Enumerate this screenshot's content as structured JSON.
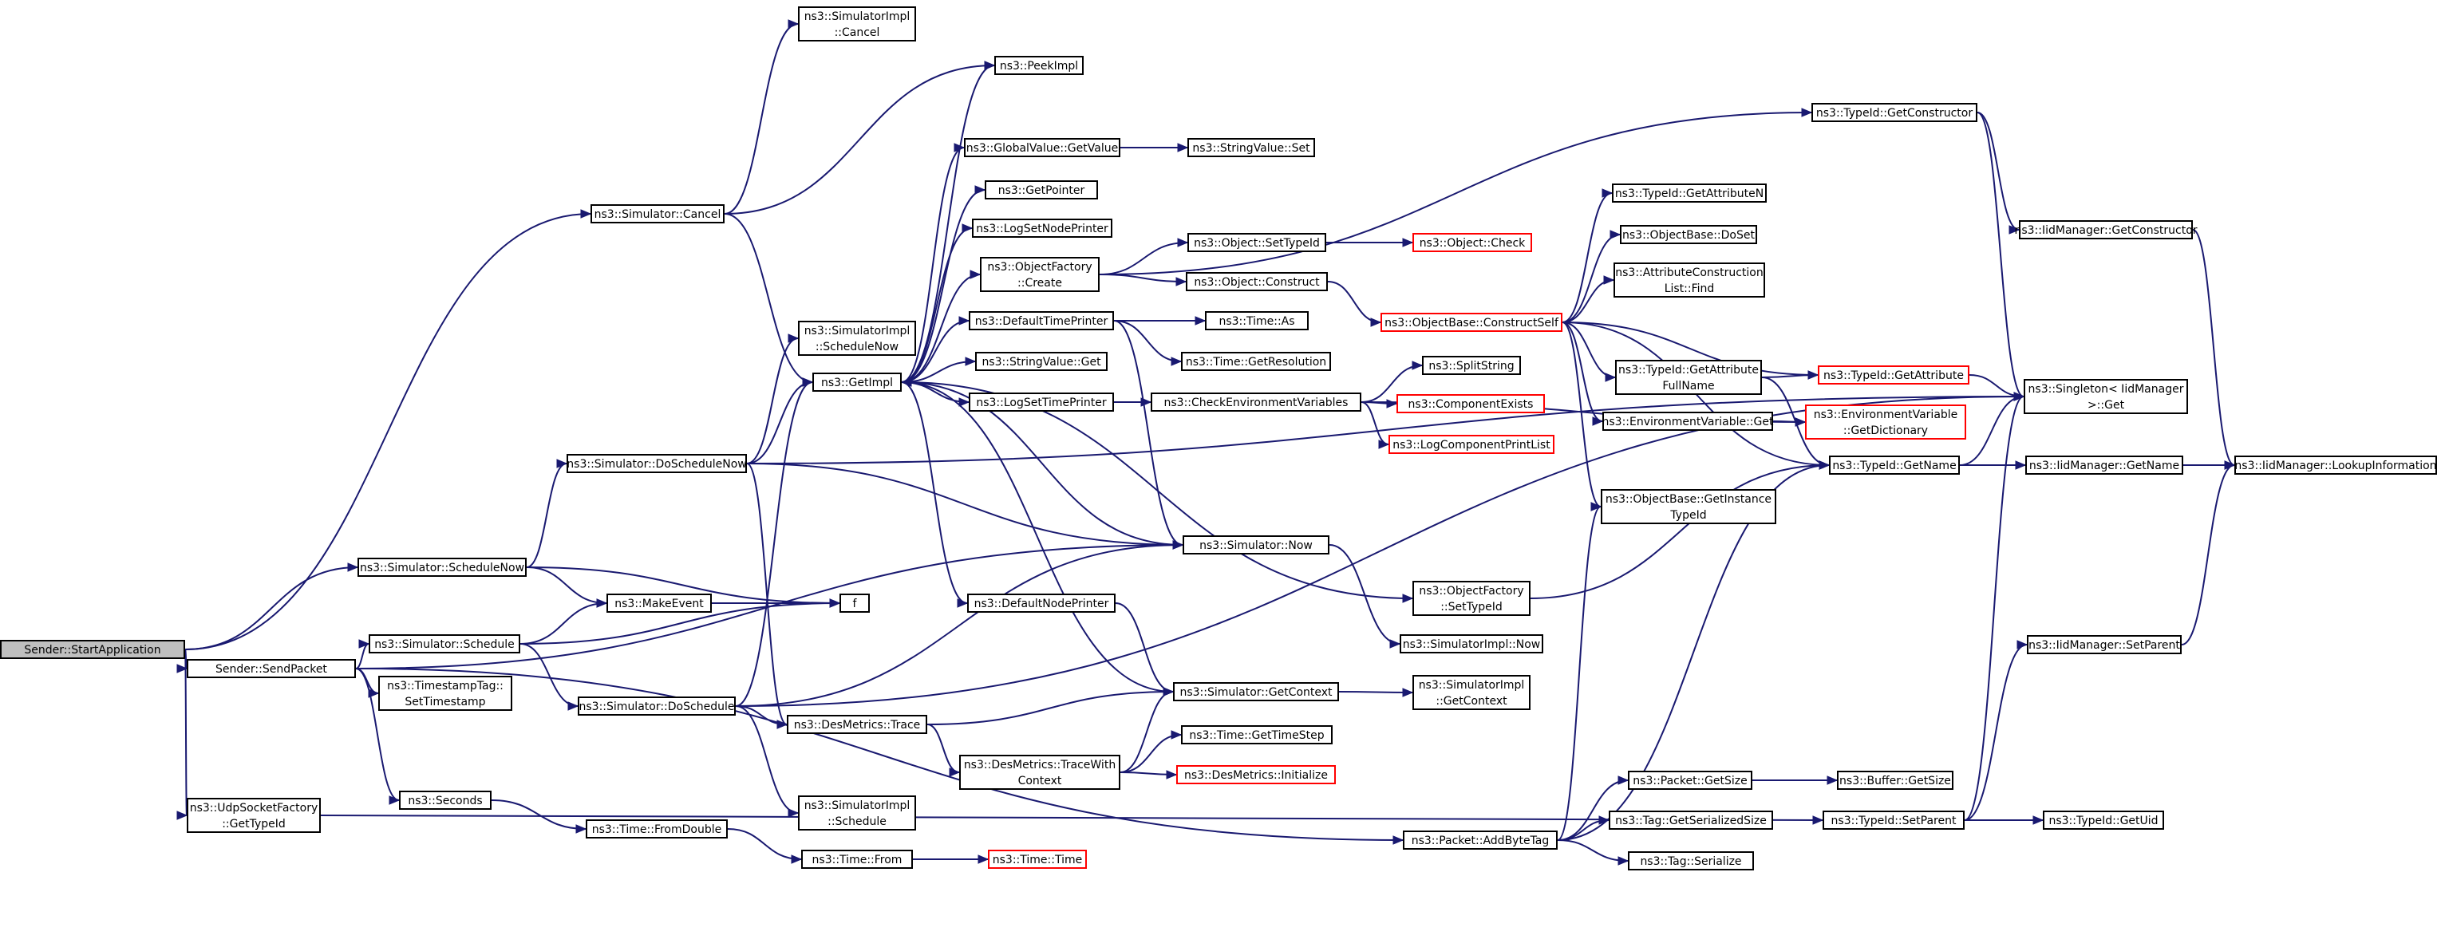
{
  "nodes": [
    {
      "id": "n_start",
      "lines": [
        "Sender::StartApplication"
      ],
      "root": true
    },
    {
      "id": "n_sendpacket",
      "lines": [
        "Sender::SendPacket"
      ]
    },
    {
      "id": "n_udpfactory",
      "lines": [
        "ns3::UdpSocketFactory",
        "::GetTypeId"
      ]
    },
    {
      "id": "n_simcancel",
      "lines": [
        "ns3::Simulator::Cancel"
      ]
    },
    {
      "id": "n_schednow",
      "lines": [
        "ns3::Simulator::ScheduleNow"
      ]
    },
    {
      "id": "n_sched",
      "lines": [
        "ns3::Simulator::Schedule"
      ]
    },
    {
      "id": "n_tstag",
      "lines": [
        "ns3::TimestampTag::",
        "SetTimestamp"
      ]
    },
    {
      "id": "n_seconds",
      "lines": [
        "ns3::Seconds"
      ]
    },
    {
      "id": "n_simimplcancel",
      "lines": [
        "ns3::SimulatorImpl",
        "::Cancel"
      ]
    },
    {
      "id": "n_peekimpl",
      "lines": [
        "ns3::PeekImpl"
      ]
    },
    {
      "id": "n_simimplschednow",
      "lines": [
        "ns3::SimulatorImpl",
        "::ScheduleNow"
      ]
    },
    {
      "id": "n_getimpl",
      "lines": [
        "ns3::GetImpl"
      ]
    },
    {
      "id": "n_doschednow",
      "lines": [
        "ns3::Simulator::DoScheduleNow"
      ]
    },
    {
      "id": "n_makeevent",
      "lines": [
        "ns3::MakeEvent"
      ]
    },
    {
      "id": "n_f",
      "lines": [
        "f"
      ]
    },
    {
      "id": "n_dosched",
      "lines": [
        "ns3::Simulator::DoSchedule"
      ]
    },
    {
      "id": "n_simimplsched",
      "lines": [
        "ns3::SimulatorImpl",
        "::Schedule"
      ]
    },
    {
      "id": "n_fromdouble",
      "lines": [
        "ns3::Time::FromDouble"
      ]
    },
    {
      "id": "n_timefrom",
      "lines": [
        "ns3::Time::From"
      ]
    },
    {
      "id": "n_timetime",
      "lines": [
        "ns3::Time::Time"
      ],
      "red": true
    },
    {
      "id": "n_gvgetvalue",
      "lines": [
        "ns3::GlobalValue::GetValue"
      ]
    },
    {
      "id": "n_getpointer",
      "lines": [
        "ns3::GetPointer"
      ]
    },
    {
      "id": "n_logsetnode",
      "lines": [
        "ns3::LogSetNodePrinter"
      ]
    },
    {
      "id": "n_objfactcreate",
      "lines": [
        "ns3::ObjectFactory",
        "::Create"
      ]
    },
    {
      "id": "n_defaulttime",
      "lines": [
        "ns3::DefaultTimePrinter"
      ]
    },
    {
      "id": "n_strvalget",
      "lines": [
        "ns3::StringValue::Get"
      ]
    },
    {
      "id": "n_logsettime",
      "lines": [
        "ns3::LogSetTimePrinter"
      ]
    },
    {
      "id": "n_defaultnode",
      "lines": [
        "ns3::DefaultNodePrinter"
      ]
    },
    {
      "id": "n_desmtrace",
      "lines": [
        "ns3::DesMetrics::Trace"
      ]
    },
    {
      "id": "n_desmtracewith",
      "lines": [
        "ns3::DesMetrics::TraceWith",
        "Context"
      ]
    },
    {
      "id": "n_strvalset",
      "lines": [
        "ns3::StringValue::Set"
      ]
    },
    {
      "id": "n_objsettypeid",
      "lines": [
        "ns3::Object::SetTypeId"
      ]
    },
    {
      "id": "n_objconstruct",
      "lines": [
        "ns3::Object::Construct"
      ]
    },
    {
      "id": "n_timeas",
      "lines": [
        "ns3::Time::As"
      ]
    },
    {
      "id": "n_timegetres",
      "lines": [
        "ns3::Time::GetResolution"
      ]
    },
    {
      "id": "n_checkenv",
      "lines": [
        "ns3::CheckEnvironmentVariables"
      ]
    },
    {
      "id": "n_simnow",
      "lines": [
        "ns3::Simulator::Now"
      ]
    },
    {
      "id": "n_simgetctx",
      "lines": [
        "ns3::Simulator::GetContext"
      ]
    },
    {
      "id": "n_timegetstep",
      "lines": [
        "ns3::Time::GetTimeStep"
      ]
    },
    {
      "id": "n_desminit",
      "lines": [
        "ns3::DesMetrics::Initialize"
      ],
      "red": true
    },
    {
      "id": "n_objcheck",
      "lines": [
        "ns3::Object::Check"
      ],
      "red": true
    },
    {
      "id": "n_objbaseconstruct",
      "lines": [
        "ns3::ObjectBase::ConstructSelf"
      ],
      "red": true
    },
    {
      "id": "n_splitstring",
      "lines": [
        "ns3::SplitString"
      ]
    },
    {
      "id": "n_compexists",
      "lines": [
        "ns3::ComponentExists"
      ],
      "red": true
    },
    {
      "id": "n_logcompprint",
      "lines": [
        "ns3::LogComponentPrintList"
      ],
      "red": true
    },
    {
      "id": "n_objfactsettypeid",
      "lines": [
        "ns3::ObjectFactory",
        "::SetTypeId"
      ]
    },
    {
      "id": "n_simimplnow",
      "lines": [
        "ns3::SimulatorImpl::Now"
      ]
    },
    {
      "id": "n_simimplgetctx",
      "lines": [
        "ns3::SimulatorImpl",
        "::GetContext"
      ]
    },
    {
      "id": "n_packetgetsize",
      "lines": [
        "ns3::Packet::GetSize"
      ]
    },
    {
      "id": "n_packetaddbytetag",
      "lines": [
        "ns3::Packet::AddByteTag"
      ]
    },
    {
      "id": "n_taggetser",
      "lines": [
        "ns3::Tag::GetSerializedSize"
      ]
    },
    {
      "id": "n_tagser",
      "lines": [
        "ns3::Tag::Serialize"
      ]
    },
    {
      "id": "n_buffergetsize",
      "lines": [
        "ns3::Buffer::GetSize"
      ]
    },
    {
      "id": "n_tidgetattrn",
      "lines": [
        "ns3::TypeId::GetAttributeN"
      ]
    },
    {
      "id": "n_objbasedoset",
      "lines": [
        "ns3::ObjectBase::DoSet"
      ]
    },
    {
      "id": "n_attrconstr",
      "lines": [
        "ns3::AttributeConstruction",
        "List::Find"
      ]
    },
    {
      "id": "n_tidgetattrfull",
      "lines": [
        "ns3::TypeId::GetAttribute",
        "FullName"
      ]
    },
    {
      "id": "n_envget",
      "lines": [
        "ns3::EnvironmentVariable::Get"
      ]
    },
    {
      "id": "n_objbasegetinst",
      "lines": [
        "ns3::ObjectBase::GetInstance",
        "TypeId"
      ]
    },
    {
      "id": "n_tidgetconstr",
      "lines": [
        "ns3::TypeId::GetConstructor"
      ]
    },
    {
      "id": "n_tidgetattr",
      "lines": [
        "ns3::TypeId::GetAttribute"
      ],
      "red": true
    },
    {
      "id": "n_envgetdict",
      "lines": [
        "ns3::EnvironmentVariable",
        "::GetDictionary"
      ],
      "red": true
    },
    {
      "id": "n_tidgetname",
      "lines": [
        "ns3::TypeId::GetName"
      ]
    },
    {
      "id": "n_tidsetparent",
      "lines": [
        "ns3::TypeId::SetParent"
      ]
    },
    {
      "id": "n_iidgetconstr",
      "lines": [
        "ns3::IidManager::GetConstructor"
      ]
    },
    {
      "id": "n_singleton",
      "lines": [
        "ns3::Singleton< IidManager",
        " >::Get"
      ]
    },
    {
      "id": "n_iidgetname",
      "lines": [
        "ns3::IidManager::GetName"
      ]
    },
    {
      "id": "n_iidsetparent",
      "lines": [
        "ns3::IidManager::SetParent"
      ]
    },
    {
      "id": "n_tidgetuid",
      "lines": [
        "ns3::TypeId::GetUid"
      ]
    },
    {
      "id": "n_iidlookup",
      "lines": [
        "ns3::IidManager::LookupInformation"
      ]
    }
  ],
  "edges": [
    [
      "n_start",
      "n_simcancel"
    ],
    [
      "n_start",
      "n_schednow"
    ],
    [
      "n_start",
      "n_sendpacket"
    ],
    [
      "n_start",
      "n_udpfactory"
    ],
    [
      "n_udpfactory",
      "n_tidsetparent"
    ],
    [
      "n_sendpacket",
      "n_simnow"
    ],
    [
      "n_sendpacket",
      "n_sched"
    ],
    [
      "n_sendpacket",
      "n_tstag"
    ],
    [
      "n_sendpacket",
      "n_seconds"
    ],
    [
      "n_sendpacket",
      "n_packetaddbytetag"
    ],
    [
      "n_simcancel",
      "n_simimplcancel"
    ],
    [
      "n_simcancel",
      "n_peekimpl"
    ],
    [
      "n_simcancel",
      "n_getimpl"
    ],
    [
      "n_schednow",
      "n_doschednow"
    ],
    [
      "n_schednow",
      "n_makeevent"
    ],
    [
      "n_schednow",
      "n_f"
    ],
    [
      "n_sched",
      "n_makeevent"
    ],
    [
      "n_sched",
      "n_f"
    ],
    [
      "n_sched",
      "n_dosched"
    ],
    [
      "n_makeevent",
      "n_f"
    ],
    [
      "n_seconds",
      "n_fromdouble"
    ],
    [
      "n_fromdouble",
      "n_timefrom"
    ],
    [
      "n_timefrom",
      "n_timetime"
    ],
    [
      "n_doschednow",
      "n_simimplschednow"
    ],
    [
      "n_doschednow",
      "n_getimpl"
    ],
    [
      "n_doschednow",
      "n_simnow"
    ],
    [
      "n_doschednow",
      "n_desmtrace"
    ],
    [
      "n_doschednow",
      "n_singleton"
    ],
    [
      "n_dosched",
      "n_getimpl"
    ],
    [
      "n_dosched",
      "n_simnow"
    ],
    [
      "n_dosched",
      "n_desmtrace"
    ],
    [
      "n_dosched",
      "n_simimplsched"
    ],
    [
      "n_dosched",
      "n_singleton"
    ],
    [
      "n_getimpl",
      "n_peekimpl"
    ],
    [
      "n_getimpl",
      "n_gvgetvalue"
    ],
    [
      "n_getimpl",
      "n_getpointer"
    ],
    [
      "n_getimpl",
      "n_logsetnode"
    ],
    [
      "n_getimpl",
      "n_objfactcreate"
    ],
    [
      "n_getimpl",
      "n_defaulttime"
    ],
    [
      "n_getimpl",
      "n_strvalget"
    ],
    [
      "n_getimpl",
      "n_logsettime"
    ],
    [
      "n_getimpl",
      "n_defaultnode"
    ],
    [
      "n_getimpl",
      "n_objfactsettypeid"
    ],
    [
      "n_gvgetvalue",
      "n_strvalset"
    ],
    [
      "n_objfactcreate",
      "n_objsettypeid"
    ],
    [
      "n_objfactcreate",
      "n_objconstruct"
    ],
    [
      "n_objfactcreate",
      "n_tidgetconstr"
    ],
    [
      "n_objsettypeid",
      "n_objcheck"
    ],
    [
      "n_objconstruct",
      "n_objbaseconstruct"
    ],
    [
      "n_defaulttime",
      "n_timeas"
    ],
    [
      "n_defaulttime",
      "n_timegetres"
    ],
    [
      "n_defaulttime",
      "n_simnow"
    ],
    [
      "n_logsettime",
      "n_checkenv"
    ],
    [
      "n_checkenv",
      "n_splitstring"
    ],
    [
      "n_checkenv",
      "n_compexists"
    ],
    [
      "n_checkenv",
      "n_logcompprint"
    ],
    [
      "n_checkenv",
      "n_envgetdict"
    ],
    [
      "n_simnow",
      "n_getimpl"
    ],
    [
      "n_simnow",
      "n_simimplnow"
    ],
    [
      "n_defaultnode",
      "n_simgetctx"
    ],
    [
      "n_desmtrace",
      "n_simgetctx"
    ],
    [
      "n_desmtrace",
      "n_desmtracewith"
    ],
    [
      "n_desmtracewith",
      "n_simgetctx"
    ],
    [
      "n_desmtracewith",
      "n_timegetstep"
    ],
    [
      "n_desmtracewith",
      "n_desminit"
    ],
    [
      "n_simgetctx",
      "n_getimpl"
    ],
    [
      "n_simgetctx",
      "n_simimplgetctx"
    ],
    [
      "n_objfactsettypeid",
      "n_tidgetname"
    ],
    [
      "n_objbaseconstruct",
      "n_tidgetattrn"
    ],
    [
      "n_objbaseconstruct",
      "n_objbasedoset"
    ],
    [
      "n_objbaseconstruct",
      "n_attrconstr"
    ],
    [
      "n_objbaseconstruct",
      "n_tidgetattrfull"
    ],
    [
      "n_objbaseconstruct",
      "n_envget"
    ],
    [
      "n_objbaseconstruct",
      "n_objbasegetinst"
    ],
    [
      "n_objbaseconstruct",
      "n_tidgetattr"
    ],
    [
      "n_objbaseconstruct",
      "n_tidgetname"
    ],
    [
      "n_tidgetattrfull",
      "n_tidgetattr"
    ],
    [
      "n_tidgetattrfull",
      "n_tidgetname"
    ],
    [
      "n_envget",
      "n_envgetdict"
    ],
    [
      "n_packetaddbytetag",
      "n_objbasegetinst"
    ],
    [
      "n_packetaddbytetag",
      "n_packetgetsize"
    ],
    [
      "n_packetaddbytetag",
      "n_taggetser"
    ],
    [
      "n_packetaddbytetag",
      "n_tagser"
    ],
    [
      "n_packetaddbytetag",
      "n_tidgetname"
    ],
    [
      "n_packetgetsize",
      "n_buffergetsize"
    ],
    [
      "n_tidgetconstr",
      "n_iidgetconstr"
    ],
    [
      "n_tidgetconstr",
      "n_singleton"
    ],
    [
      "n_tidgetattr",
      "n_singleton"
    ],
    [
      "n_tidgetname",
      "n_singleton"
    ],
    [
      "n_tidgetname",
      "n_iidgetname"
    ],
    [
      "n_tidsetparent",
      "n_singleton"
    ],
    [
      "n_tidsetparent",
      "n_iidsetparent"
    ],
    [
      "n_tidsetparent",
      "n_tidgetuid"
    ],
    [
      "n_iidgetconstr",
      "n_iidlookup"
    ],
    [
      "n_iidgetname",
      "n_iidlookup"
    ],
    [
      "n_iidsetparent",
      "n_iidlookup"
    ]
  ]
}
